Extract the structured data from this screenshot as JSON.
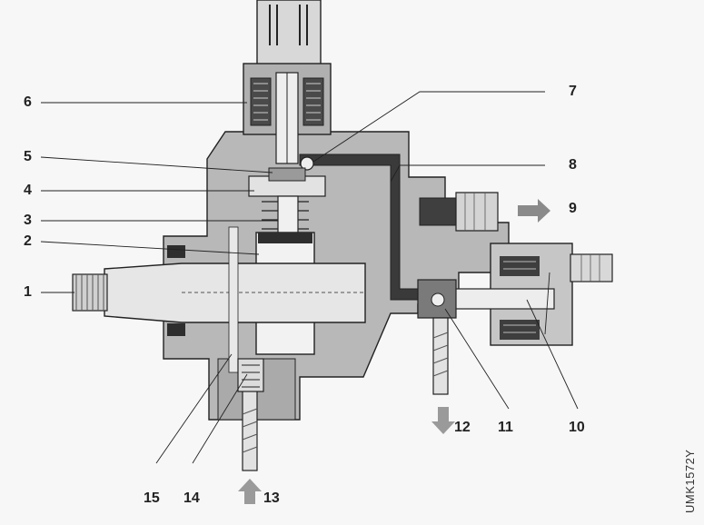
{
  "labels": {
    "l1": "1",
    "l2": "2",
    "l3": "3",
    "l4": "4",
    "l5": "5",
    "l6": "6",
    "l7": "7",
    "l8": "8",
    "l9": "9",
    "l10": "10",
    "l11": "11",
    "l12": "12",
    "l13": "13",
    "l14": "14",
    "l15": "15"
  },
  "figure_code": "UMK1572Y",
  "colors": {
    "body": "#b8b8b8",
    "body_dark": "#8c8c8c",
    "passage": "#3a3a3a",
    "metal_light": "#e6e6e6",
    "arrow": "#8a8a8a",
    "line": "#222222"
  }
}
